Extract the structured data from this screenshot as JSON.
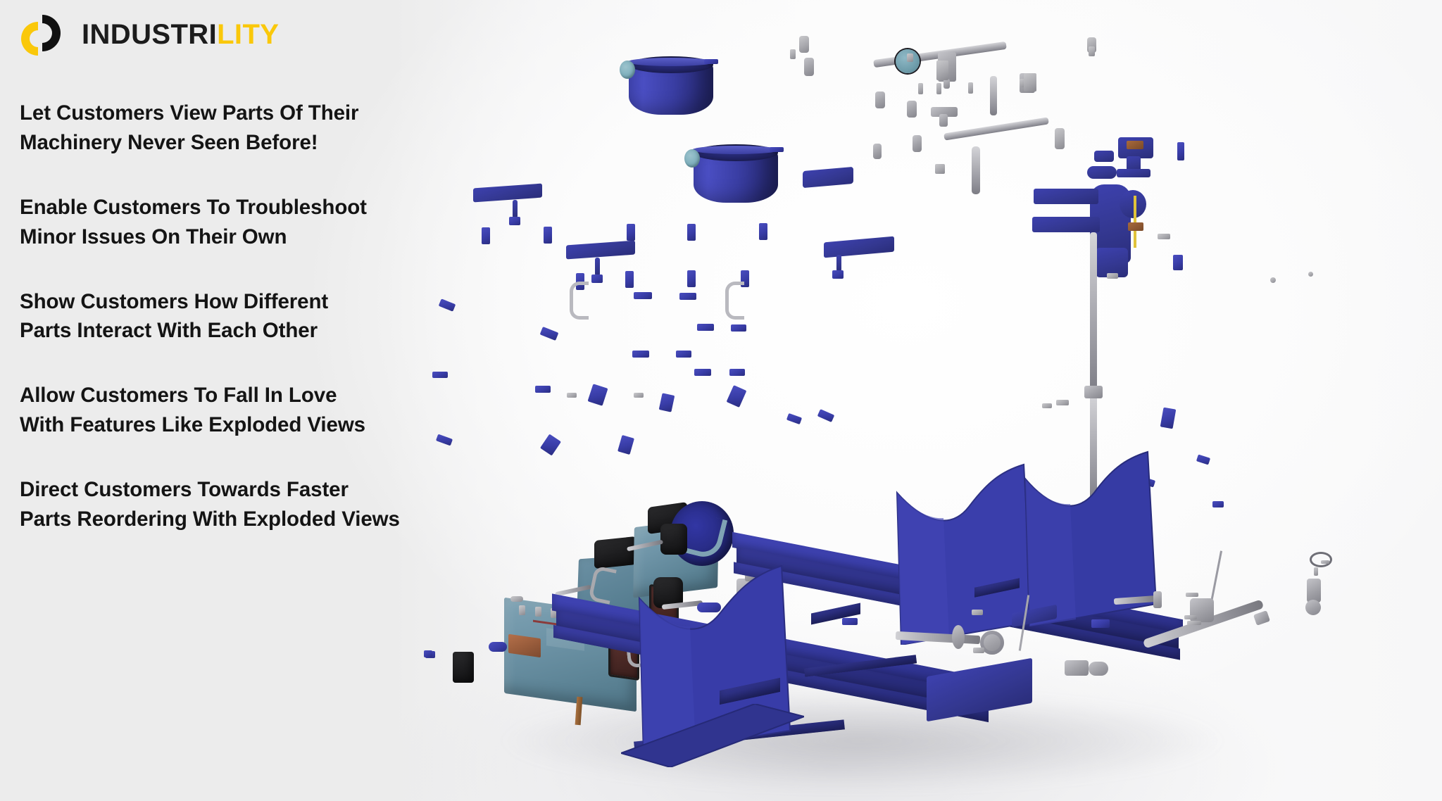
{
  "brand": {
    "mark_icon": "industrility-logo-icon",
    "name_primary": "INDUSTRI",
    "name_accent": "LITY",
    "primary_color": "#1c1c1c",
    "accent_color": "#fac80a"
  },
  "background_color": "#ededed",
  "copy_blocks": [
    {
      "id": "benefit-view-parts",
      "line1": "Let Customers View Parts Of Their",
      "line2": "Machinery Never Seen Before!"
    },
    {
      "id": "benefit-troubleshoot",
      "line1": "Enable Customers To Troubleshoot",
      "line2": "Minor Issues On Their Own"
    },
    {
      "id": "benefit-interaction",
      "line1": "Show Customers How Different",
      "line2": "Parts Interact With Each Other"
    },
    {
      "id": "benefit-fall-in-love",
      "line1": "Allow Customers To Fall In Love",
      "line2": "With Features Like Exploded Views"
    },
    {
      "id": "benefit-reordering",
      "line1": "Direct Customers Towards Faster",
      "line2": "Parts Reordering With Exploded Views"
    }
  ],
  "illustration": {
    "name": "exploded-boiler-assembly",
    "description": "3D exploded view render of an industrial firetube boiler",
    "colors": {
      "vessel_blue": "#3b3fa6",
      "vessel_shadow": "#181a42",
      "burner_teal": "#6e94a7",
      "panel_red": "#4a2825",
      "hardware_gray": "#a9a9ae",
      "cap_teal": "#7fb0bd"
    },
    "components": [
      "pressure-vessel-shell",
      "front-tube-sheet-door",
      "expansion-tanks",
      "burner-assembly",
      "control-panel",
      "blower-motor",
      "support-saddles",
      "i-beam-skid-frame",
      "steam-valve-assembly",
      "piping-manifold",
      "fasteners"
    ]
  }
}
